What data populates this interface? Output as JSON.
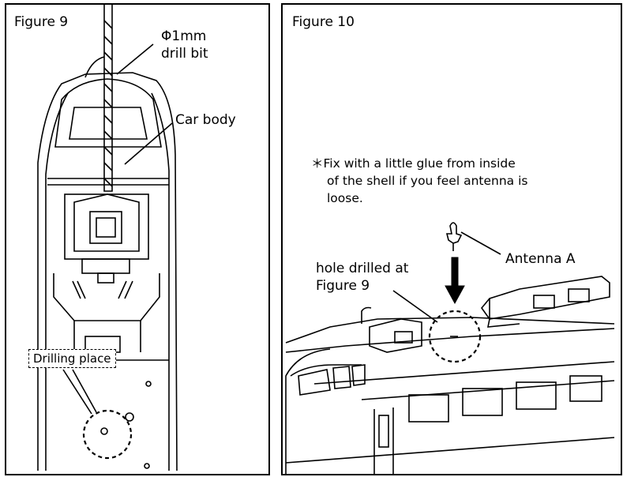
{
  "figure9": {
    "title": "Figure 9",
    "drill_label_line1": "Φ1mm",
    "drill_label_line2": "drill bit",
    "car_body_label": "Car body",
    "drilling_place_label": "Drilling place"
  },
  "figure10": {
    "title": "Figure 10",
    "note_lines": [
      "＊Fix with a little glue from inside",
      "of the shell if you feel antenna is",
      "loose."
    ],
    "hole_label_line1": "hole drilled at",
    "hole_label_line2": "Figure 9",
    "antenna_label": "Antenna A"
  }
}
